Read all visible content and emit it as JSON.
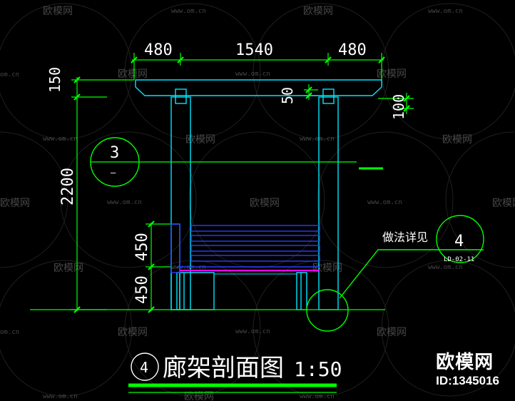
{
  "watermark": {
    "brand": "欧模网",
    "url": "www.om.cn",
    "url_short": "om.cn"
  },
  "dimensions": {
    "top_left": "480",
    "top_middle": "1540",
    "top_right": "480",
    "beam_depth": "150",
    "rafter_depth": "50",
    "edge_offset": "100",
    "total_height": "2200",
    "backrest_height": "450",
    "seat_height": "450"
  },
  "section_marker": {
    "number": "3",
    "sheet": "—"
  },
  "detail_callout": {
    "note": "做法详见",
    "number": "4",
    "sheet": "LD-02-11"
  },
  "title": {
    "number": "4",
    "name": "廊架剖面图",
    "scale": "1:50"
  },
  "stamp": {
    "brand": "欧模网",
    "id": "ID:1345016"
  },
  "colors": {
    "background": "#000000",
    "structure": "#00e5ff",
    "dimension_lines": "#00ff00",
    "bench_slats": "#2a3cff",
    "magenta": "#ff00ff",
    "text": "#ffffff"
  }
}
